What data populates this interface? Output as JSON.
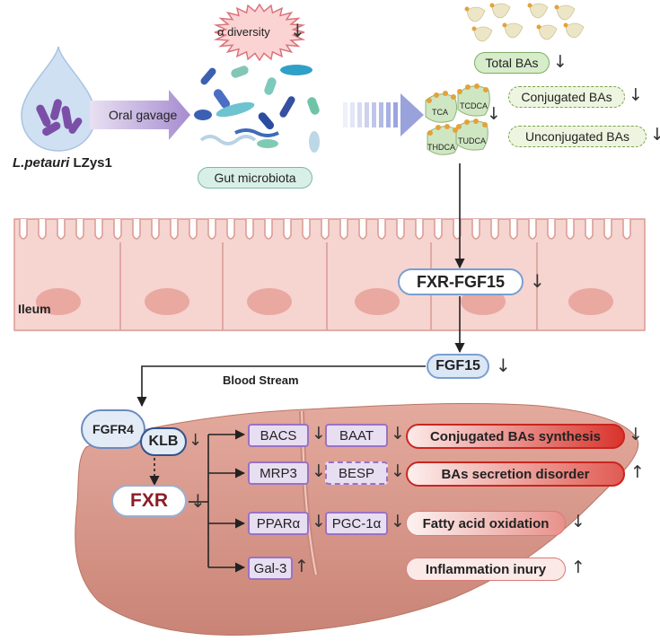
{
  "microbe": {
    "strain_italic": "L.petauri",
    "strain_suffix": " LZys1",
    "gavage": "Oral gavage",
    "alpha_diversity": "α diversity",
    "alpha_arrow": "↓",
    "gut_microbiota": "Gut microbiota"
  },
  "bile_acids": {
    "total": "Total BAs",
    "total_arrow": "↓",
    "conjugated": "Conjugated BAs",
    "conjugated_arrow": "↓",
    "unconjugated": "Unconjugated BAs",
    "unconjugated_arrow": "↓",
    "cluster_arrow": "↓",
    "species": [
      "TCA",
      "TCDCA",
      "THDCA",
      "TUDCA"
    ]
  },
  "ileum": {
    "label": "Ileum",
    "fxr_fgf15": "FXR-FGF15",
    "fxr_fgf15_arrow": "↓",
    "fgf15": "FGF15",
    "fgf15_arrow": "↓",
    "blood_stream": "Blood Stream"
  },
  "liver": {
    "fgfr4": "FGFR4",
    "klb": "KLB",
    "klb_arrow": "↓",
    "fxr": "FXR",
    "fxr_arrow": "↓",
    "targets": [
      {
        "a": "BACS",
        "a_arrow": "↓",
        "b": "BAAT",
        "b_arrow": "↓",
        "outcome": "Conjugated BAs synthesis",
        "outcome_arrow": "↓"
      },
      {
        "a": "MRP3",
        "a_arrow": "↓",
        "b": "BESP",
        "b_arrow": "↓",
        "outcome": "BAs secretion disorder",
        "outcome_arrow": "↑"
      },
      {
        "a": "PPARα",
        "a_arrow": "↓",
        "b": "PGC-1α",
        "b_arrow": "↓",
        "outcome": "Fatty acid oxidation",
        "outcome_arrow": "↓"
      },
      {
        "a": "Gal-3",
        "a_arrow": "↑",
        "outcome": "Inflammation inury",
        "outcome_arrow": "↑"
      }
    ]
  },
  "colors": {
    "tissue": "#f4c9c5",
    "tissue_border": "#d98f8a",
    "liver": "#d99a8e",
    "accent_red": "#c8261f",
    "purple": "#9a72c4",
    "green_box": "#edf5e0"
  }
}
